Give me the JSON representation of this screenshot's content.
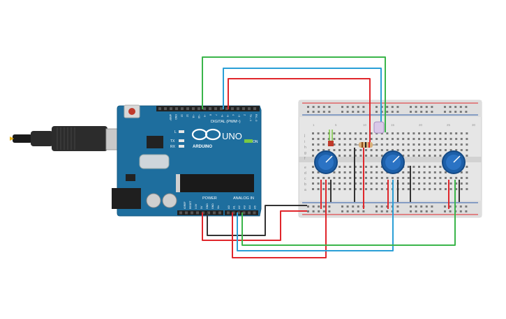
{
  "arduino": {
    "brand": "ARDUINO",
    "model": "UNO",
    "on_label": "ON",
    "digital_header": "DIGITAL (PWM~)",
    "power_header": "POWER",
    "analog_header": "ANALOG IN",
    "l_label": "L",
    "tx_label": "TX",
    "rx_label": "RX",
    "top_pin_labels": [
      "AREF",
      "GND",
      "13",
      "12",
      "~11",
      "~10",
      "~9",
      "8",
      "7",
      "~6",
      "~5",
      "4",
      "~3",
      "2",
      "TX→1",
      "RX←0"
    ],
    "power_pin_labels": [
      "IOREF",
      "RESET",
      "3.3V",
      "5V",
      "GND",
      "GND",
      "Vin"
    ],
    "analog_pin_labels": [
      "A0",
      "A1",
      "A2",
      "A3",
      "A4",
      "A5"
    ]
  },
  "breadboard": {
    "row_letters_top": [
      "j",
      "i",
      "h",
      "g",
      "f"
    ],
    "row_letters_bottom": [
      "e",
      "d",
      "c",
      "b",
      "a"
    ],
    "column_numbers": [
      "1",
      "5",
      "10",
      "15",
      "20",
      "25",
      "30"
    ]
  },
  "colors": {
    "arduino_blue": "#1e6e9e",
    "wire_red": "#e0262b",
    "wire_green": "#3ab54a",
    "wire_blue": "#2a9fd6",
    "wire_black": "#333333",
    "breadboard": "#e8e8e8",
    "pot_blue": "#1d5fa8"
  }
}
